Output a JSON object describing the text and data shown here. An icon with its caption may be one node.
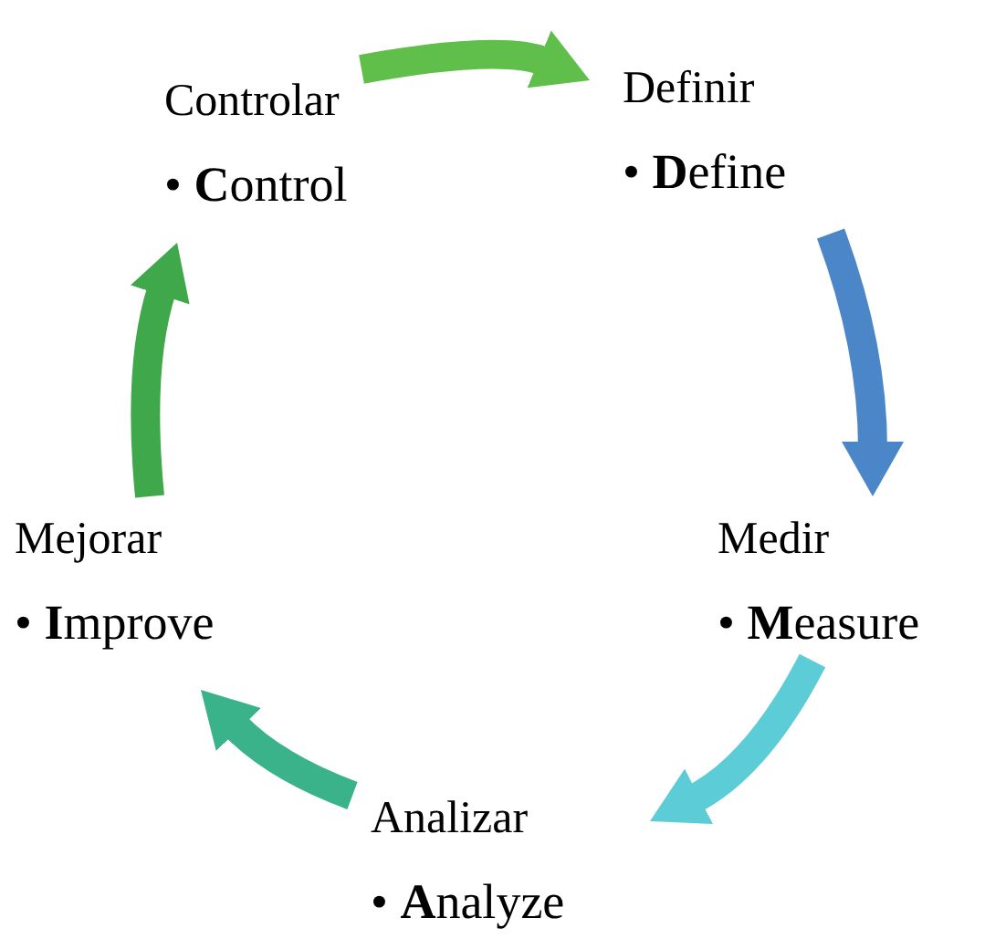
{
  "diagram": {
    "nodes": [
      {
        "text": [
          "Controlar",
          "• **C**ontrol"
        ]
      },
      {
        "text": [
          "Definir",
          "• **D**efine"
        ]
      },
      {
        "text": [
          "Medir",
          "• **M**easure"
        ]
      },
      {
        "text": [
          "Analizar",
          "• **A**nalyze"
        ]
      },
      {
        "text": [
          "Mejorar",
          "• **I**mprove"
        ]
      }
    ],
    "edges": [
      {
        "from": 0,
        "to": 1,
        "arrow": "to",
        "color": "#5fbf4a"
      },
      {
        "from": 1,
        "to": 2,
        "arrow": "to",
        "color": "#4a86c8"
      },
      {
        "from": 2,
        "to": 3,
        "arrow": "to",
        "color": "#5cccd6"
      },
      {
        "from": 3,
        "to": 4,
        "arrow": "to",
        "color": "#3bb38a"
      },
      {
        "from": 4,
        "to": 0,
        "arrow": "to",
        "color": "#3fa84a"
      }
    ]
  }
}
